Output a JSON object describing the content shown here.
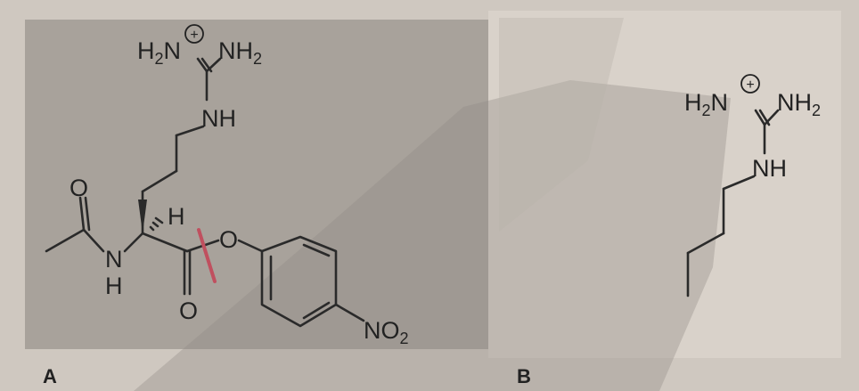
{
  "structure_a": {
    "panel_label": "A",
    "atoms": {
      "guanidinium_left": {
        "main": "H",
        "sub": "2",
        "tail": "N"
      },
      "guanidinium_right": {
        "main": "NH",
        "sub": "2"
      },
      "guanidinium_nh": "NH",
      "alpha_h": "H",
      "acetyl_o": "O",
      "amide_n": "N",
      "amide_h": "H",
      "carbonyl_o": "O",
      "ester_o": "O",
      "nitro": {
        "main": "NO",
        "sub": "2"
      }
    },
    "charge": "+"
  },
  "structure_b": {
    "panel_label": "B",
    "atoms": {
      "guanidinium_left": {
        "main": "H",
        "sub": "2",
        "tail": "N"
      },
      "guanidinium_right": {
        "main": "NH",
        "sub": "2"
      },
      "guanidinium_nh": "NH"
    },
    "charge": "+"
  },
  "colors": {
    "panel_a_background": "#a8a29b",
    "panel_b_background": "#d9d2ca",
    "cleavage_mark": "#c0505f"
  }
}
